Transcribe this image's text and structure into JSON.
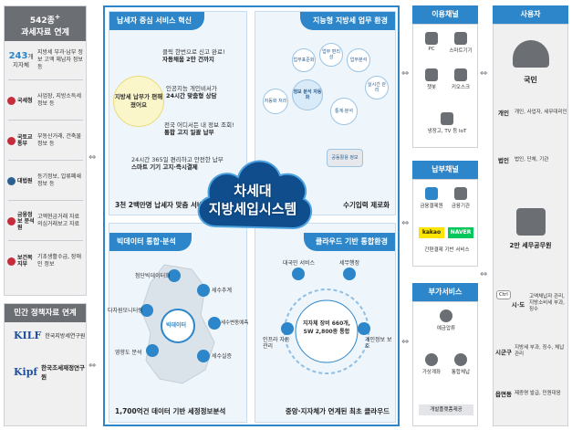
{
  "left": {
    "header_line1": "542종",
    "header_sup": "+",
    "header_line2": "과세자료 연계",
    "rows": [
      {
        "logo": "",
        "count_num": "243",
        "count_unit": "개",
        "count_sub": "지자체",
        "text": "지방세 부과·납부 정보 고액 체납자 정보 등"
      },
      {
        "logo": "국세청",
        "text": "사업장, 지방소득세정보 등"
      },
      {
        "logo": "국토교통부",
        "text": "부동산거래, 건축물 정보 등"
      },
      {
        "logo": "대법원",
        "text": "등기정보, 압류폐쇄정보 등"
      },
      {
        "logo": "금융정보 분석원",
        "text": "고액현금거래 자료 의심거래보고 자료"
      },
      {
        "logo": "보건복지부",
        "text": "기초생활수급, 장애인 정보"
      }
    ],
    "private_header": "민간 정책자료 연계",
    "orgs": [
      {
        "mark": "KILF",
        "name": "한국지방세연구원"
      },
      {
        "mark": "Kipf",
        "name": "한국조세재정연구원"
      }
    ]
  },
  "center": {
    "cloud_line1": "차세대",
    "cloud_line2": "지방세입시스템",
    "q1": {
      "header": "납세자 중심 서비스 혁신",
      "badge": "지방세 납부가 편해졌어요",
      "items": [
        {
          "line1": "클릭 한번으로 신고 완료!",
          "line2": "자동채움 2만 건까지"
        },
        {
          "line1": "인공지능 개인비서가",
          "line2": "24시간 맞춤형 상담"
        },
        {
          "line1": "전국 어디서든 내 정보 조회!",
          "line2": "통합 고지 일괄 납부"
        },
        {
          "line1": "24시간 365일 편리하고 안전한 납부",
          "line2": "스마트 기기 고지·즉시결제"
        }
      ],
      "footer": "3천 2백만명 납세자 맞춤 서비스"
    },
    "q2": {
      "header": "지능형 지방세 업무 환경",
      "bubbles": [
        "업무표준화",
        "업무 편리성",
        "업무분석",
        "실시간 관리",
        "자동화 처리",
        "정보 분석 자동화",
        "통계·분석",
        "공동활용 정보"
      ],
      "footer": "수기입력 제로화"
    },
    "q3": {
      "header": "빅데이터 통합·분석",
      "center_label": "빅데이터",
      "labels": [
        "첨단빅데이터화",
        "세수추계",
        "다차원모니터링",
        "세수변동예측",
        "영향도 분석",
        "세수실증"
      ],
      "footer": "1,700억건 데이터 기반 세정정보분석"
    },
    "q4": {
      "header": "클라우드 기반 통합환경",
      "labels": [
        "대국민 서비스",
        "세무행정",
        "인프라 자동관리",
        "개인정보 보호"
      ],
      "center_line1": "지자체 장비 660개,",
      "center_line2": "SW 2,800종 통합",
      "footer": "중앙·지자체가 연계된 최초 클라우드"
    }
  },
  "channels": {
    "usage": {
      "header": "이용채널",
      "items": [
        "PC",
        "스마트기기",
        "챗봇",
        "키오스크",
        "냉장고, TV 등 IoT"
      ]
    },
    "payment": {
      "header": "납부채널",
      "items": [
        "금융결제원",
        "금융기관",
        "간편결제 기반 서비스"
      ],
      "brand1": "kakao",
      "brand2": "NAVER"
    },
    "extra": {
      "header": "부가서비스",
      "items": [
        "예금압류",
        "가상계좌",
        "통합체납",
        "개발플랫폼제공"
      ]
    }
  },
  "users": {
    "header": "사용자",
    "public_label": "국민",
    "rows": [
      {
        "name": "개인",
        "desc": "개인, 사업자, 세무대리인"
      },
      {
        "name": "법인",
        "desc": "법인, 단체, 기관"
      }
    ],
    "staff_label": "2만 세무공무원",
    "gov_rows": [
      {
        "name": "시·도",
        "desc": "고액체납자 관리, 지방소비세 부과, 징수"
      },
      {
        "name": "시군구",
        "desc": "지방세 부과, 징수, 체납 관리"
      },
      {
        "name": "읍면동",
        "desc": "제증명 발급, 민원대응"
      }
    ],
    "ctrl_label": "Ctrl"
  }
}
